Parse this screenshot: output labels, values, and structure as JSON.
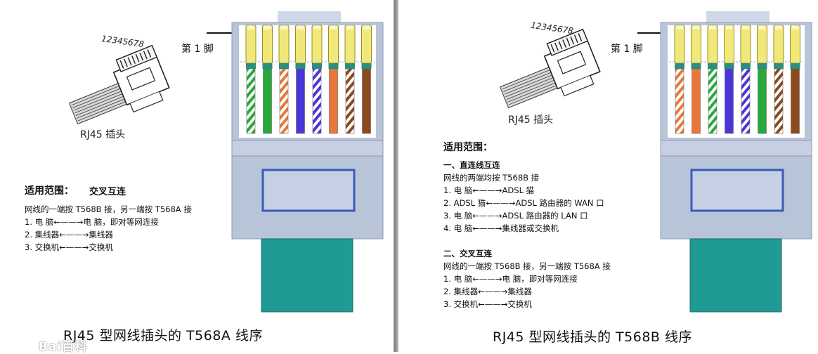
{
  "left_panel": {
    "plug_numbers": "12345678",
    "plug_caption": "RJ45 插头",
    "pin1_label": "第 1 脚",
    "notes_title": "适用范围：",
    "notes_subtitle": "交叉互连",
    "notes_lines": [
      "网线的一端按 T568B 接，另一端按 T568A 接",
      "1. 电  脑←——→电  脑，即对等网连接",
      "2. 集线器←——→集线器",
      "3. 交换机←——→交换机"
    ],
    "footer_title": "RJ45 型网线插头的 T568A 线序",
    "wire_colors": [
      "white-green",
      "green",
      "white-orange",
      "blue",
      "white-blue",
      "orange",
      "white-brown",
      "brown"
    ]
  },
  "right_panel": {
    "plug_numbers": "12345678",
    "plug_caption": "RJ45 插头",
    "pin1_label": "第 1 脚",
    "notes_title": "适用范围：",
    "section1_title": "一、直连线互连",
    "section1_lines": [
      "网线的两端均按 T568B 接",
      "1. 电  脑←——→ADSL 猫",
      "2. ADSL 猫←——→ADSL 路由器的 WAN 口",
      "3. 电  脑←——→ADSL 路由器的 LAN 口",
      "4. 电  脑←——→集线器或交换机"
    ],
    "section2_title": "二、交叉互连",
    "section2_lines": [
      "网线的一端按 T568B 接，另一端按 T568A 接",
      "1. 电  脑←——→电  脑，即对等网连接",
      "2. 集线器←——→集线器",
      "3. 交换机←——→交换机"
    ],
    "footer_title": "RJ45 型网线插头的 T568B 线序",
    "wire_colors": [
      "white-orange",
      "orange",
      "white-green",
      "blue",
      "white-blue",
      "green",
      "white-brown",
      "brown"
    ]
  },
  "watermark": "Bai百科",
  "colors": {
    "green": "#27a83a",
    "orange": "#e8773c",
    "blue": "#4a35d8",
    "brown": "#8a4a1c",
    "contact": "#f2e87a",
    "plug_body": "#b8c4d8",
    "latch_teal": "#1f9a94"
  }
}
